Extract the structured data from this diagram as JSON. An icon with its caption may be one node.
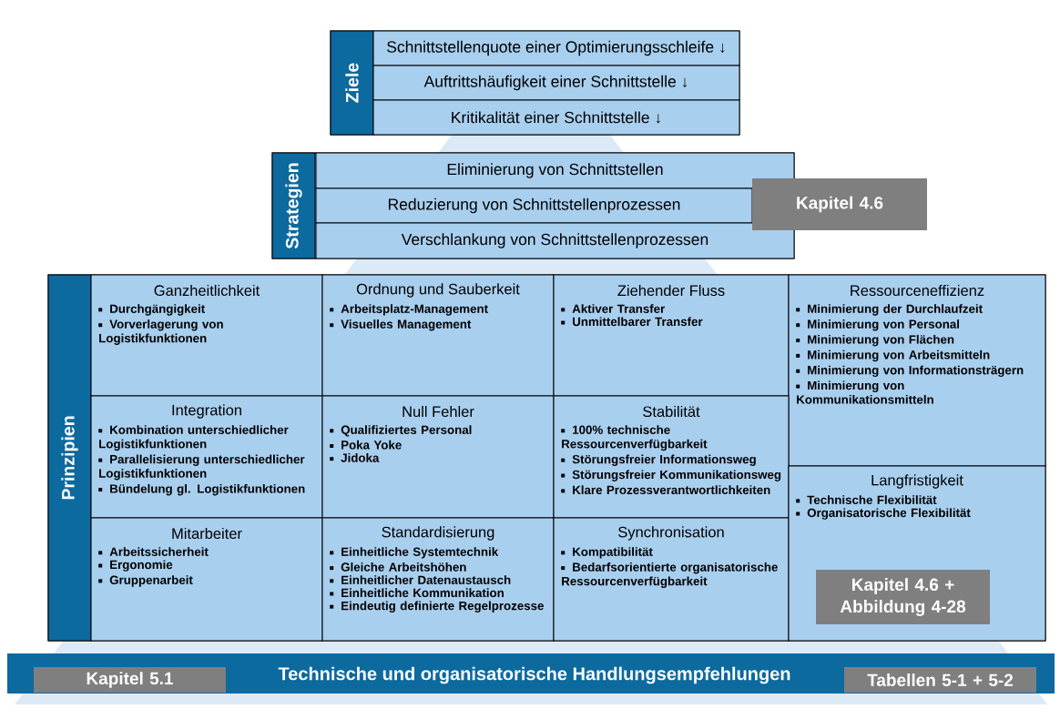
{
  "diagram": {
    "nodes": [
      {
        "text": [
          "Ziele"
        ]
      },
      {
        "text": [
          "Schnittstellenquote einer Optimierungsschleife ↓"
        ],
        "in": 0
      },
      {
        "text": [
          "Auftrittshäufigkeit einer Schnittstelle ↓"
        ],
        "in": 0
      },
      {
        "text": [
          "Kritikalität einer Schnittstelle ↓"
        ],
        "in": 0
      },
      {
        "text": [
          "Strategien"
        ]
      },
      {
        "text": [
          "Eliminierung von Schnittstellen"
        ],
        "in": 4
      },
      {
        "text": [
          "Reduzierung von Schnittstellenprozessen"
        ],
        "in": 4
      },
      {
        "text": [
          "Verschlankung von Schnittstellenprozessen"
        ],
        "in": 4
      },
      {
        "text": [
          "Kapitel 4.6"
        ]
      },
      {
        "text": [
          "Prinzipien"
        ]
      },
      {
        "text": [
          "Ganzheitlichkeit",
          "Durchgängigkeit",
          "Vorverlagerung von Logistikfunktionen"
        ],
        "in": 9
      },
      {
        "text": [
          "Ordnung und Sauberkeit",
          "Arbeitsplatz-Management",
          "Visuelles Management"
        ],
        "in": 9
      },
      {
        "text": [
          "Ziehender Fluss",
          "Aktiver Transfer",
          "Unmittelbarer Transfer"
        ],
        "in": 9
      },
      {
        "text": [
          "Ressourceneffizienz",
          "Minimierung der Durchlaufzeit",
          "Minimierung von Personal",
          "Minimierung von Flächen",
          "Minimierung von Arbeitsmitteln",
          "Minimierung von Informationsträgern",
          "Minimierung von Kommunikationsmitteln"
        ],
        "in": 9
      },
      {
        "text": [
          "Integration",
          "Kombination unterschiedlicher Logistikfunktionen",
          "Parallelisierung unterschiedlicher Logistikfunktionen",
          "Bündelung gl. Logistikfunktionen"
        ],
        "in": 9
      },
      {
        "text": [
          "Null Fehler",
          "Qualifiziertes Personal",
          "Poka Yoke",
          "Jidoka"
        ],
        "in": 9
      },
      {
        "text": [
          "Stabilität",
          "100% technische Ressourcenverfügbarkeit",
          "Störungsfreier Informationsweg",
          "Störungsfreier Kommunikationsweg",
          "Klare Prozessverantwortlichkeiten"
        ],
        "in": 9
      },
      {
        "text": [
          "Mitarbeiter",
          "Arbeitssicherheit",
          "Ergonomie",
          "Gruppenarbeit"
        ],
        "in": 9
      },
      {
        "text": [
          "Standardisierung",
          "Einheitliche Systemtechnik",
          "Gleiche Arbeitshöhen",
          "Einheitlicher Datenaustausch",
          "Einheitliche Kommunikation",
          "Eindeutig definierte Regelprozesse"
        ],
        "in": 9
      },
      {
        "text": [
          "Synchronisation",
          "Kompatibilität",
          "Bedarfsorientierte organisatorische Ressourcenverfügbarkeit"
        ],
        "in": 9
      },
      {
        "text": [
          "Langfristigkeit",
          "Technische Flexibilität",
          "Organisatorische Flexibilität"
        ],
        "in": 9
      },
      {
        "text": [
          "Kapitel 4.6 + Abbildung 4-28"
        ],
        "in": 20
      },
      {
        "text": [
          "Technische und organisatorische Handlungsempfehlungen"
        ]
      },
      {
        "text": [
          "Kapitel 5.1"
        ],
        "in": 22
      },
      {
        "text": [
          "Tabellen 5-1 + 5-2"
        ],
        "in": 22
      }
    ]
  }
}
